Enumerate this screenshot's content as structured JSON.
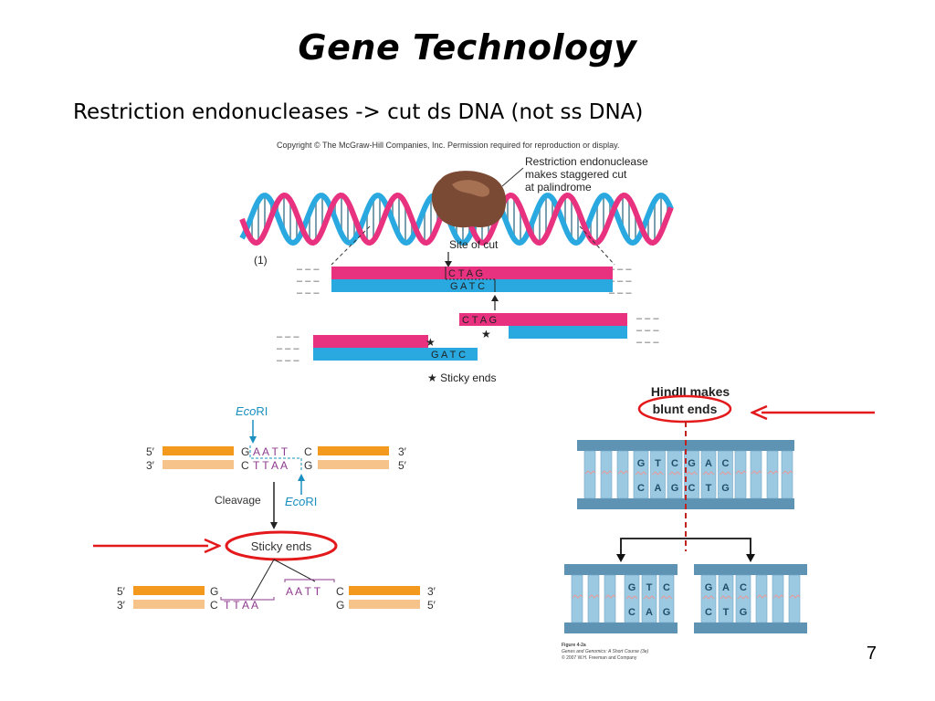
{
  "title": "Gene Technology",
  "subtitle": "Restriction endonucleases -> cut ds DNA (not ss DNA)",
  "slide_number": "7",
  "colors": {
    "pink": "#e8327f",
    "blue": "#29a9e0",
    "orange": "#f39a1e",
    "light_orange": "#f6c48a",
    "purple": "#8e3a8e",
    "red": "#e3191b",
    "teal": "#1a8fc0",
    "column_blue": "#9cc9e2",
    "rail_blue": "#5f93b4",
    "enzyme_brown": "#7a4a34"
  },
  "fig1": {
    "copyright": "Copyright © The McGraw-Hill Companies, Inc. Permission required for reproduction or display.",
    "callout_lines": [
      "Restriction endonuclease",
      "makes staggered cut",
      "at palindrome"
    ],
    "panel_label": "(1)",
    "site_of_cut": "Site of cut",
    "top_seq": "C T A G",
    "bottom_seq": "G A T C",
    "right_frag_seq": "C T A G",
    "left_frag_seq": "G A T C",
    "star": "★",
    "legend": "★ Sticky ends"
  },
  "ecori": {
    "enzyme_italic": "Eco",
    "enzyme_rest": "RI",
    "five_prime": "5′",
    "three_prime": "3′",
    "top_left_base": "G",
    "top_site": "A A T T",
    "top_right_base": "C",
    "bottom_left_base": "C",
    "bottom_site": "T T A A",
    "bottom_right_base": "G",
    "cleavage": "Cleavage",
    "sticky_ends": "Sticky ends",
    "frag_left_top": "G",
    "frag_left_bottom": "C",
    "frag_left_overhang": "T T A A",
    "frag_right_overhang": "A A T T",
    "frag_right_top": "C",
    "frag_right_bottom": "G"
  },
  "hindii": {
    "title_line1": "HindII makes",
    "title_line2": "blunt ends",
    "top_bases": [
      "G",
      "T",
      "C",
      "G",
      "A",
      "C"
    ],
    "bottom_bases": [
      "C",
      "A",
      "G",
      "C",
      "T",
      "G"
    ],
    "left_top": [
      "G",
      "T",
      "C"
    ],
    "left_bottom": [
      "C",
      "A",
      "G"
    ],
    "right_top": [
      "G",
      "A",
      "C"
    ],
    "right_bottom": [
      "C",
      "T",
      "G"
    ],
    "caption_lines": [
      "Figure 4-2a",
      "Genes and Genomics: A Short Course (3e)",
      "© 2007 W.H. Freeman and Company"
    ]
  }
}
